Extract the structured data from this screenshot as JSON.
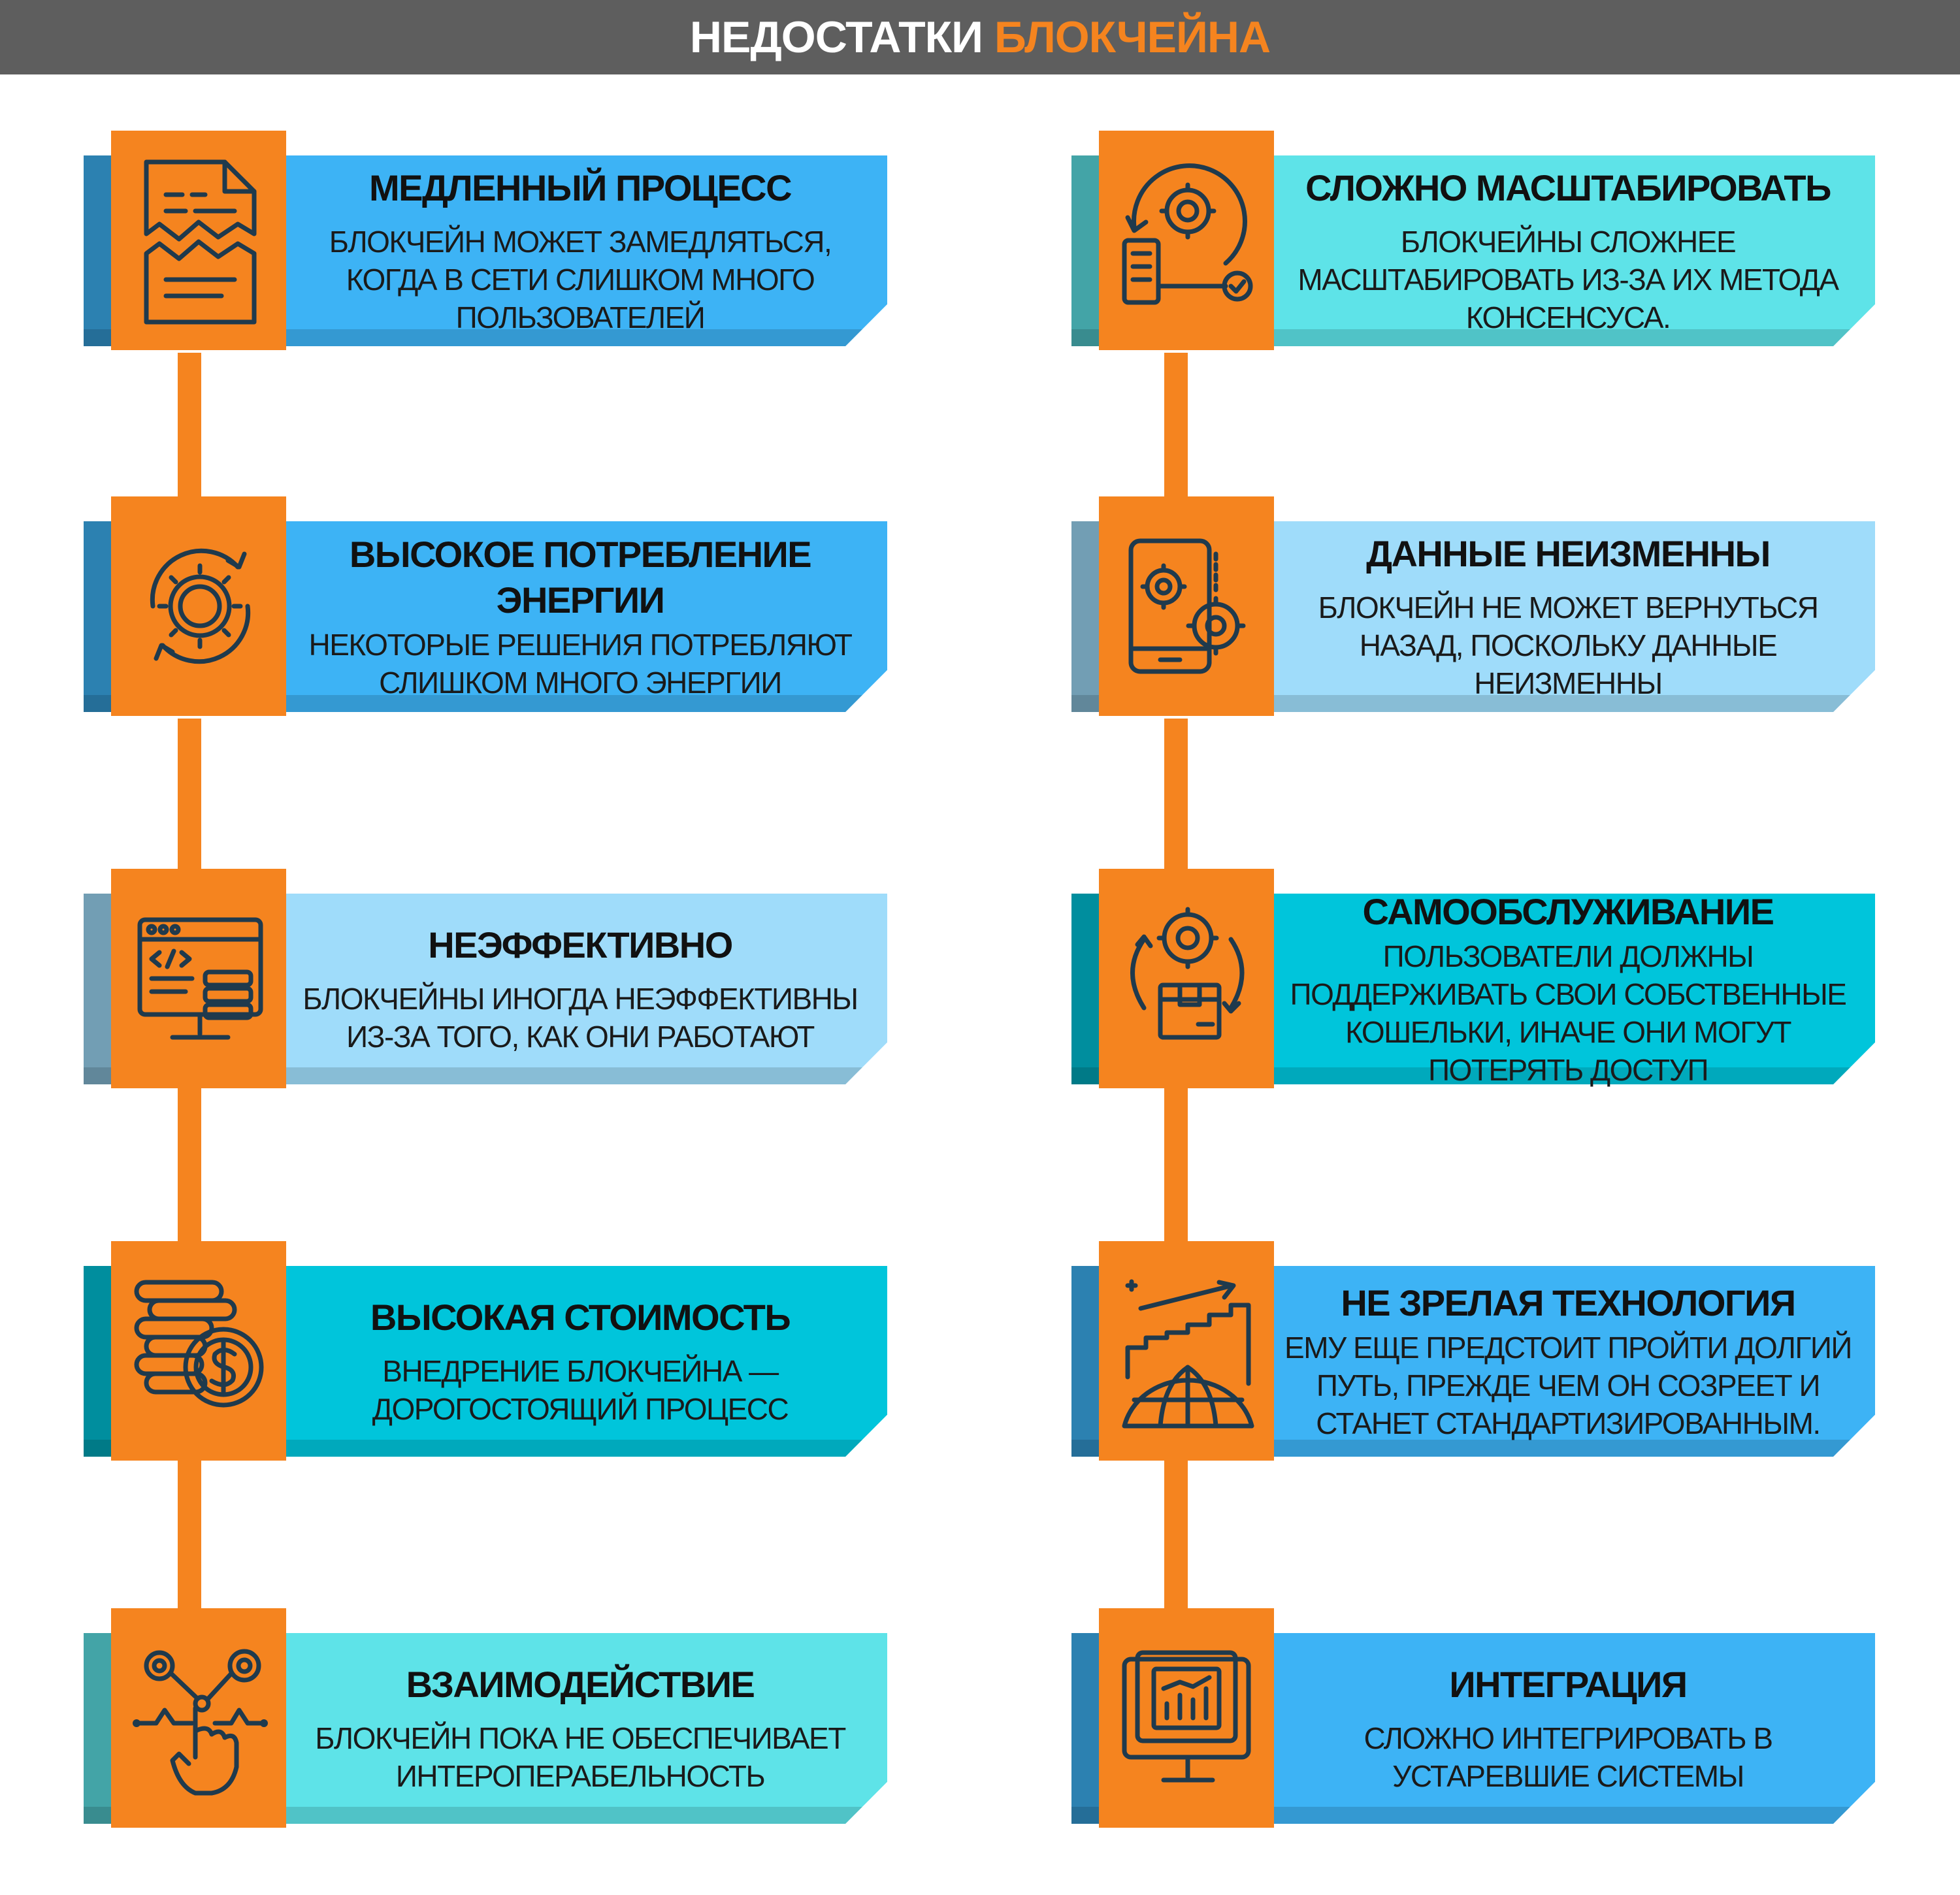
{
  "header": {
    "title_part1": "НЕДОСТАТКИ ",
    "title_part2": "БЛОКЧЕЙНА"
  },
  "colors": {
    "accent": "#f5841f",
    "header_bg": "#5e5e5e",
    "blue": "#3db3f5",
    "light_blue": "#9fdcfa",
    "cyan": "#00c5db",
    "aqua": "#5ee3e8"
  },
  "cards": [
    {
      "title": "МЕДЛЕННЫЙ ПРОЦЕСС",
      "desc": "БЛОКЧЕЙН МОЖЕТ ЗАМЕДЛЯТЬСЯ,\nКОГДА В СЕТИ СЛИШКОМ МНОГО\nПОЛЬЗОВАТЕЛЕЙ",
      "icon": "torn-document-icon"
    },
    {
      "title": "ВЫСОКОЕ ПОТРЕБЛЕНИЕ\nЭНЕРГИИ",
      "desc": "НЕКОТОРЫЕ РЕШЕНИЯ ПОТРЕБЛЯЮТ\nСЛИШКОМ МНОГО ЭНЕРГИИ",
      "icon": "gear-cycle-icon"
    },
    {
      "title": "НЕЭФФЕКТИВНО",
      "desc": "БЛОКЧЕЙНЫ ИНОГДА НЕЭФФЕКТИВНЫ\nИЗ-ЗА ТОГО, КАК ОНИ РАБОТАЮТ",
      "icon": "code-monitor-icon"
    },
    {
      "title": "ВЫСОКАЯ СТОИМОСТЬ",
      "desc": "ВНЕДРЕНИЕ БЛОКЧЕЙНА —\nДОРОГОСТОЯЩИЙ ПРОЦЕСС",
      "icon": "coins-dollar-icon"
    },
    {
      "title": "ВЗАИМОДЕЙСТВИЕ",
      "desc": "БЛОКЧЕЙН ПОКА НЕ ОБЕСПЕЧИВАЕТ\nИНТЕРОПЕРАБЕЛЬНОСТЬ",
      "icon": "hand-network-icon"
    },
    {
      "title": "СЛОЖНО МАСШТАБИРОВАТЬ",
      "desc": "БЛОКЧЕЙНЫ СЛОЖНЕЕ\nМАСШТАБИРОВАТЬ ИЗ-ЗА ИХ МЕТОДА\nКОНСЕНСУСА.",
      "icon": "process-gear-icon"
    },
    {
      "title": "ДАННЫЕ НЕИЗМЕННЫ",
      "desc": "БЛОКЧЕЙН НЕ МОЖЕТ ВЕРНУТЬСЯ\nНАЗАД, ПОСКОЛЬКУ ДАННЫЕ\nНЕИЗМЕННЫ",
      "icon": "phone-gears-icon"
    },
    {
      "title": "САМООБСЛУЖИВАНИЕ",
      "desc": "ПОЛЬЗОВАТЕЛИ ДОЛЖНЫ\nПОДДЕРЖИВАТЬ СВОИ СОБСТВЕННЫЕ\nКОШЕЛЬКИ, ИНАЧЕ ОНИ МОГУТ\nПОТЕРЯТЬ ДОСТУП",
      "icon": "box-gear-cycle-icon"
    },
    {
      "title": "НЕ ЗРЕЛАЯ ТЕХНОЛОГИЯ",
      "desc": "ЕМУ ЕЩЕ ПРЕДСТОИТ ПРОЙТИ ДОЛГИЙ\nПУТЬ, ПРЕЖДЕ ЧЕМ ОН СОЗРЕЕТ И\nСТАНЕТ СТАНДАРТИЗИРОВАННЫМ.",
      "icon": "globe-growth-icon"
    },
    {
      "title": "ИНТЕГРАЦИЯ",
      "desc": "СЛОЖНО ИНТЕГРИРОВАТЬ В\nУСТАРЕВШИЕ СИСТЕМЫ",
      "icon": "dashboard-monitor-icon"
    }
  ]
}
